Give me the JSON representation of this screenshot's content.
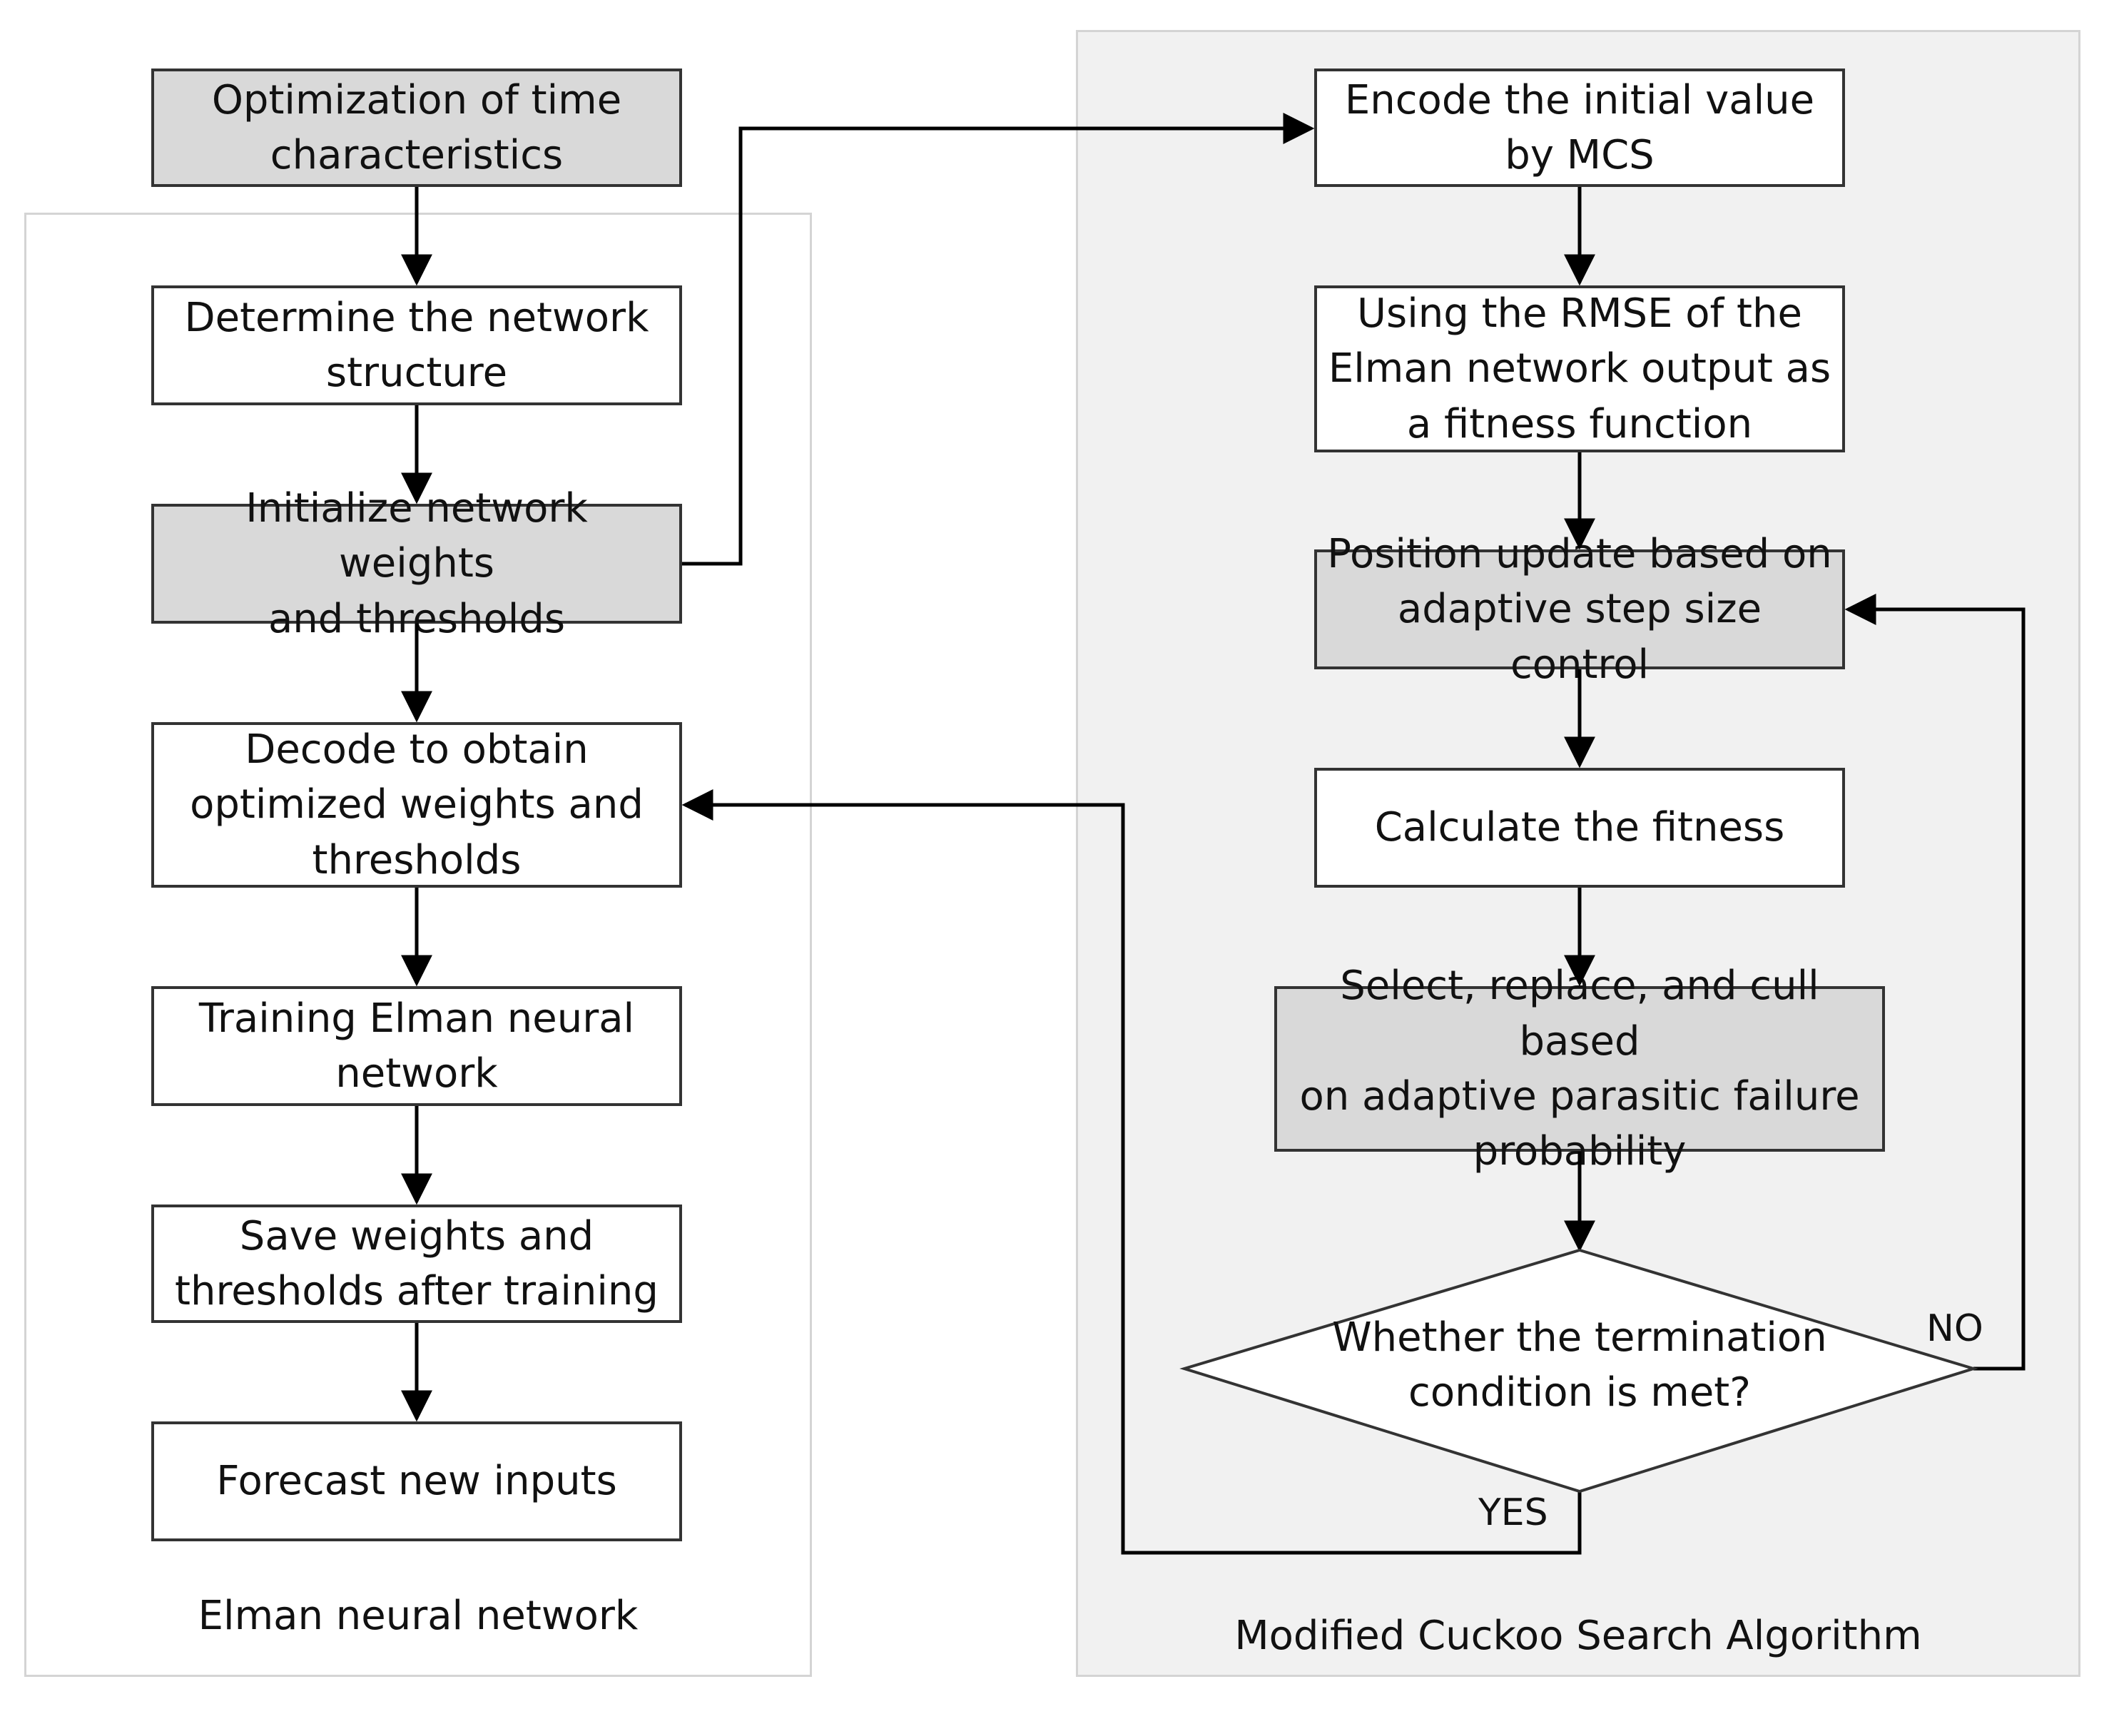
{
  "left_panel": {
    "caption": "Elman neural network",
    "steps": [
      "Optimization of time\ncharacteristics",
      "Determine the network\nstructure",
      "Initialize network weights\nand thresholds",
      "Decode to obtain\noptimized weights and\nthresholds",
      "Training Elman neural\nnetwork",
      "Save weights and\nthresholds after training",
      "Forecast new inputs"
    ]
  },
  "right_panel": {
    "caption": "Modified Cuckoo Search Algorithm",
    "steps": [
      "Encode the initial value\nby MCS",
      "Using the RMSE of the\nElman network output as\na fitness function",
      "Position update based on\nadaptive step size control",
      "Calculate the fitness",
      "Select, replace, and cull based\non adaptive parasitic failure\nprobability"
    ],
    "decision": "Whether the termination\ncondition is met?",
    "yes_label": "YES",
    "no_label": "NO"
  },
  "colors": {
    "highlight_fill": "#d9d9d9",
    "box_fill": "#ffffff",
    "right_panel_fill": "#f1f1f1",
    "line": "#000000"
  }
}
